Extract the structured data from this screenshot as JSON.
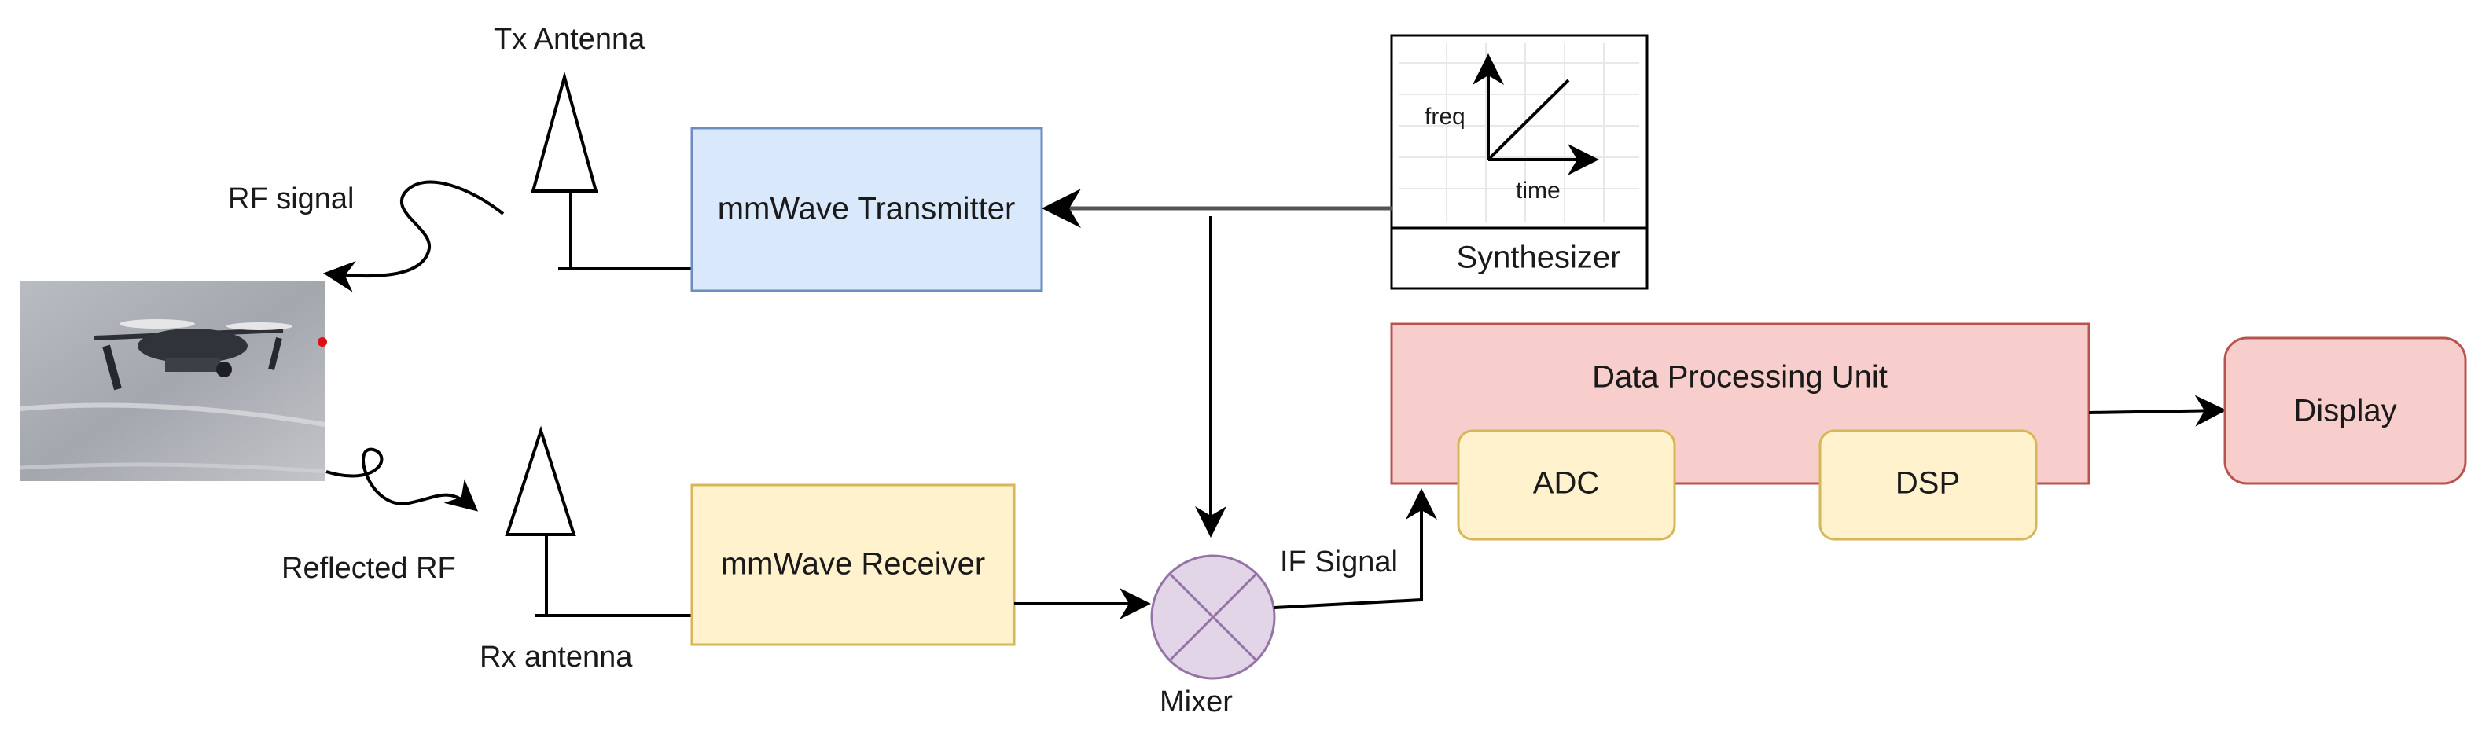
{
  "labels": {
    "tx_antenna": "Tx Antenna",
    "rx_antenna": "Rx antenna",
    "rf_signal": "RF signal",
    "reflected_rf": "Reflected RF",
    "mixer": "Mixer",
    "if_signal": "IF Signal"
  },
  "blocks": {
    "transmitter": "mmWave Transmitter",
    "receiver": "mmWave Receiver",
    "synthesizer": "Synthesizer",
    "data_processing": "Data Processing Unit",
    "adc": "ADC",
    "dsp": "DSP",
    "display": "Display"
  },
  "chirp_graph": {
    "y_label": "freq",
    "x_label": "time"
  },
  "colors": {
    "transmitter_fill": "#dae8fc",
    "transmitter_stroke": "#6c8ebf",
    "receiver_fill": "#fff2cc",
    "receiver_stroke": "#d6b656",
    "dpu_fill": "#f8cecc",
    "dpu_stroke": "#b85450",
    "mixer_fill": "#e1d5e7",
    "mixer_stroke": "#9673a6"
  }
}
